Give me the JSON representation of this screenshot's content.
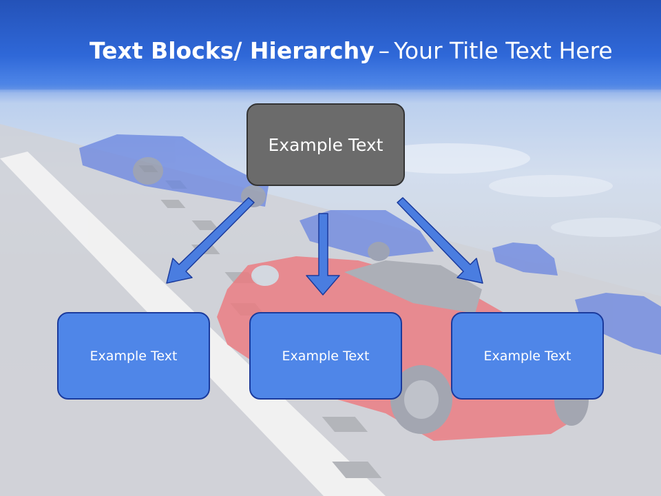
{
  "slide": {
    "title_bold": "Text Blocks/ Hierarchy",
    "title_sep": "–",
    "title_rest": "Your Title Text Here"
  },
  "hierarchy": {
    "top": "Example Text",
    "children": [
      "Example Text",
      "Example Text",
      "Example Text"
    ]
  },
  "colors": {
    "title_band": "#2f68d8",
    "top_box": "#6b6b6b",
    "child_box": "#4f86e8",
    "child_border": "#1a3a9c",
    "arrow": "#4a7de0"
  }
}
